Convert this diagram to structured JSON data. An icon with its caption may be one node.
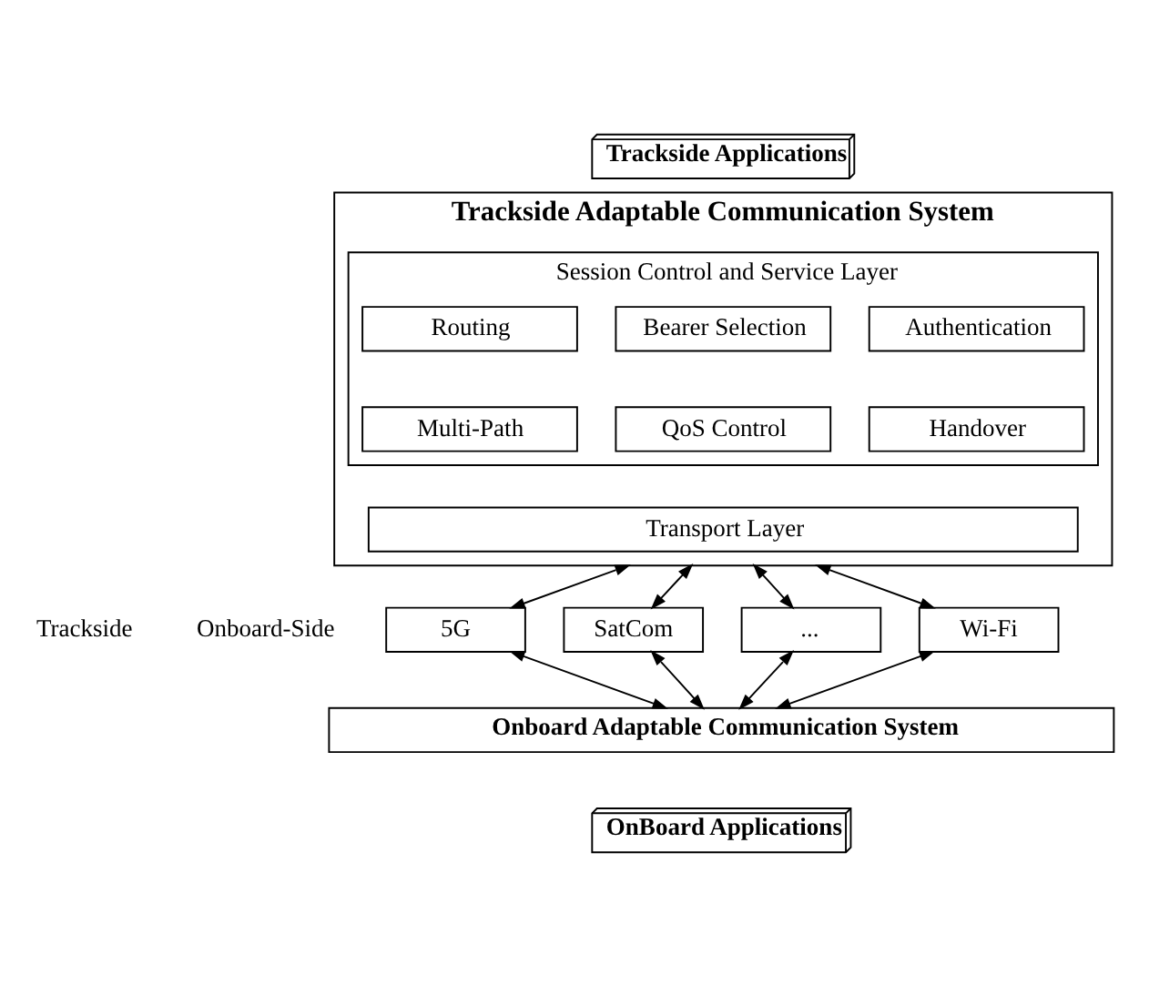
{
  "diagram": {
    "nodes": [
      {
        "text": [
          "Trackside Applications"
        ]
      },
      {
        "text": [
          "Trackside Adaptable Communication System"
        ]
      },
      {
        "text": [
          "Session Control and Service Layer"
        ],
        "in": 1
      },
      {
        "text": [
          "Authentication"
        ],
        "in": 2
      },
      {
        "text": [
          "Bearer Selection"
        ],
        "in": 2
      },
      {
        "text": [
          "Routing"
        ],
        "in": 2
      },
      {
        "text": [
          "Handover"
        ],
        "in": 2
      },
      {
        "text": [
          "QoS Control"
        ],
        "in": 2
      },
      {
        "text": [
          "Multi-Path"
        ],
        "in": 2
      },
      {
        "text": [
          "Transport Layer"
        ],
        "in": 1
      },
      {
        "text": [
          "5G"
        ]
      },
      {
        "text": [
          "SatCom"
        ]
      },
      {
        "text": [
          "..."
        ]
      },
      {
        "text": [
          "Wi-Fi"
        ]
      },
      {
        "text": [
          "Onboard Adaptable Communication System"
        ]
      },
      {
        "text": [
          "OnBoard Applications"
        ]
      }
    ],
    "edges": [
      {
        "from": 1,
        "to": 10,
        "arrow": "both"
      },
      {
        "from": 1,
        "to": 11,
        "arrow": "both"
      },
      {
        "from": 1,
        "to": 12,
        "arrow": "both"
      },
      {
        "from": 1,
        "to": 13,
        "arrow": "both"
      },
      {
        "from": 10,
        "to": 14,
        "arrow": "both"
      },
      {
        "from": 11,
        "to": 14,
        "arrow": "both"
      },
      {
        "from": 12,
        "to": 14,
        "arrow": "both"
      },
      {
        "from": 13,
        "to": 14,
        "arrow": "both"
      }
    ],
    "labels": [
      "Trackside",
      "Onboard-Side"
    ]
  }
}
